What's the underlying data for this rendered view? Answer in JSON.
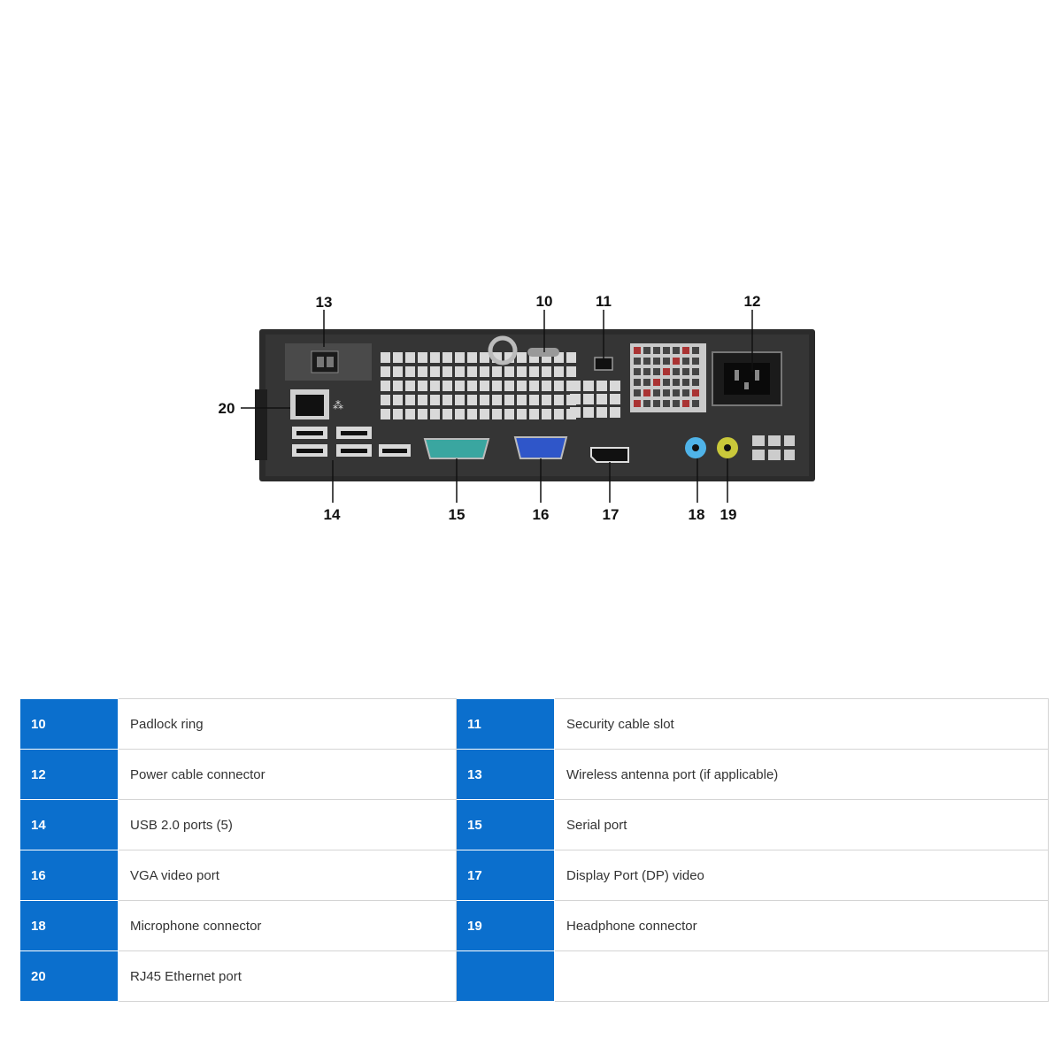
{
  "callouts": {
    "c10": "10",
    "c11": "11",
    "c12": "12",
    "c13": "13",
    "c14": "14",
    "c15": "15",
    "c16": "16",
    "c17": "17",
    "c18": "18",
    "c19": "19",
    "c20": "20"
  },
  "colors": {
    "chassis": "#2b2b2b",
    "panel": "#3a3a3a",
    "serial_port": "#3aa6a0",
    "vga_port": "#2f56c9",
    "mic_jack": "#4fb3e8",
    "headphone_jack": "#c9c83a",
    "legend_number_bg": "#0b6fcd"
  },
  "legend": {
    "rows": [
      {
        "left_num": "10",
        "left_desc": "Padlock ring",
        "right_num": "11",
        "right_desc": "Security cable slot"
      },
      {
        "left_num": "12",
        "left_desc": "Power cable connector",
        "right_num": "13",
        "right_desc": "Wireless antenna port (if applicable)"
      },
      {
        "left_num": "14",
        "left_desc": "USB 2.0 ports (5)",
        "right_num": "15",
        "right_desc": "Serial port"
      },
      {
        "left_num": "16",
        "left_desc": "VGA video port",
        "right_num": "17",
        "right_desc": "Display Port (DP) video"
      },
      {
        "left_num": "18",
        "left_desc": "Microphone connector",
        "right_num": "19",
        "right_desc": "Headphone connector"
      },
      {
        "left_num": "20",
        "left_desc": "RJ45 Ethernet port",
        "right_num": "",
        "right_desc": ""
      }
    ]
  }
}
